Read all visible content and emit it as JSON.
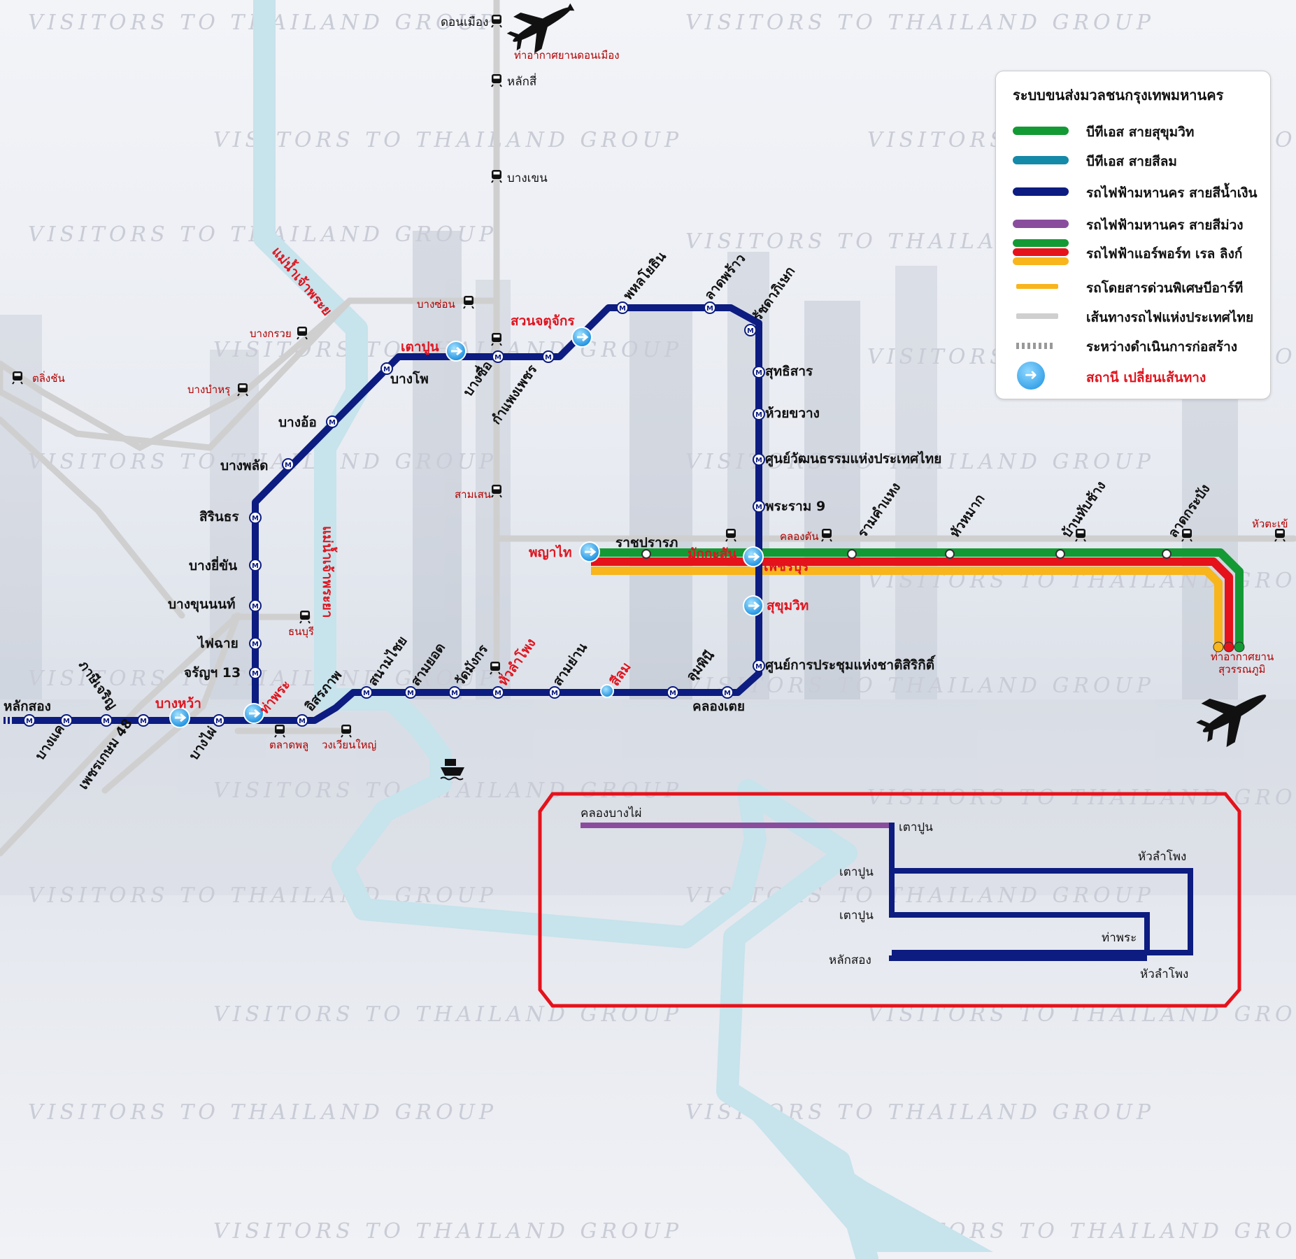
{
  "watermark": "VISITORS TO THAILAND GROUP",
  "colors": {
    "sukhumvit": "#149a34",
    "silom": "#1589a8",
    "blue": "#0c1c80",
    "purple": "#8a4d9e",
    "arl_red": "#e5121b",
    "arl_yellow": "#f8b51c",
    "srt": "#cfcfcf",
    "river": "#c7e3ec",
    "interchange_label": "#e0141e",
    "frame": "#e5121b"
  },
  "legend": {
    "title": "ระบบขนส่งมวลชนกรุงเทพมหานคร",
    "items": [
      {
        "label": "บีทีเอส สายสุขุมวิท",
        "swatch": "green"
      },
      {
        "label": "บีทีเอส สายสีลม",
        "swatch": "teal"
      },
      {
        "label": "รถไฟฟ้ามหานคร สายสีน้ำเงิน",
        "swatch": "blue"
      },
      {
        "label": "รถไฟฟ้ามหานคร สายสีม่วง",
        "swatch": "purple"
      },
      {
        "label": "รถไฟฟ้าแอร์พอร์ท เรล ลิงก์",
        "swatch": "arl"
      },
      {
        "label": "รถโดยสารด่วนพิเศษบีอาร์ที",
        "swatch": "brt"
      },
      {
        "label": "เส้นทางรถไฟแห่งประเทศไทย",
        "swatch": "srt"
      },
      {
        "label": "ระหว่างดำเนินการก่อสร้าง",
        "swatch": "construction"
      },
      {
        "label": "สถานี เปลี่ยนเส้นทาง",
        "swatch": "interchange"
      }
    ]
  },
  "rivers": {
    "label1": "แม่น้ำเจ้าพระยา",
    "label2": "แม่น้ำเจ้าพระยา"
  },
  "airports": {
    "don_mueang": "ท่าอากาศยานดอนเมือง",
    "suvarnabhumi_1": "ท่าอากาศยาน",
    "suvarnabhumi_2": "สุวรรณภูมิ"
  },
  "srt_stations": {
    "don_mueang": "ดอนเมือง",
    "lak_si": "หลักสี่",
    "bang_khen": "บางเขน",
    "bang_son": "บางซ่อน",
    "bang_kruai": "บางกรวย",
    "bang_bamru": "บางบำหรุ",
    "taling_chan": "ตลิ่งชัน",
    "sam_sen": "สามเสน",
    "khlong_tan": "คลองตัน",
    "hua_takhe": "หัวตะเข้",
    "thonburi": "ธนบุรี",
    "talat_phlu": "ตลาดพลู",
    "wongwian_yai": "วงเวียนใหญ่"
  },
  "blue_line": {
    "lak_song": "หลักสอง",
    "bang_khae": "บางแค",
    "phasi_charoen": "ภาษีเจริญ",
    "phetkasem48": "เพชรเกษม 48",
    "bang_wa": "บางหว้า",
    "bang_phai": "บางไผ่",
    "tha_phra": "ท่าพระ",
    "itsaraphap": "อิสรภาพ",
    "charan13": "จรัญฯ 13",
    "fai_chai": "ไฟฉาย",
    "bang_khun_non": "บางขุนนนท์",
    "bang_yi_khan": "บางยี่ขัน",
    "sirindhorn": "สิรินธร",
    "bang_phlat": "บางพลัด",
    "bang_o": "บางอ้อ",
    "bang_pho": "บางโพ",
    "tao_poon": "เตาปูน",
    "bang_sue": "บางซื่อ",
    "kamphaeng_phet": "กำแพงเพชร",
    "chatuchak": "สวนจตุจักร",
    "phahon_yothin": "พหลโยธิน",
    "lat_phrao": "ลาดพร้าว",
    "ratchadaphisek": "รัชดาภิเษก",
    "sutthisan": "สุทธิสาร",
    "huai_khwang": "ห้วยขวาง",
    "cultural_centre": "ศูนย์วัฒนธรรมแห่งประเทศไทย",
    "rama9": "พระราม 9",
    "phetchaburi": "เพชรบุรี",
    "sukhumvit": "สุขุมวิท",
    "qsncc": "ศูนย์การประชุมแห่งชาติสิริกิติ์",
    "khlong_toei": "คลองเตย",
    "lumphini": "ลุมพินี",
    "silom": "สีลม",
    "sam_yan": "สามย่าน",
    "hua_lamphong": "หัวลำโพง",
    "wat_mangkon": "วัดมังกร",
    "sam_yot": "สามยอด",
    "sanam_chai": "สนามไชย"
  },
  "arl": {
    "phaya_thai": "พญาไท",
    "ratchaprarop": "ราชปรารภ",
    "makkasan": "มักกะสัน",
    "ramkhamhaeng": "รามคำแหง",
    "hua_mak": "หัวหมาก",
    "ban_thap_chang": "บ้านทับช้าง",
    "lat_krabang": "ลาดกระบัง"
  },
  "inset": {
    "khlong_bang_phai": "คลองบางไผ่",
    "tao_poon_1": "เตาปูน",
    "tao_poon_2": "เตาปูน",
    "tao_poon_3": "เตาปูน",
    "hua_lamphong_1": "หัวลำโพง",
    "tha_phra": "ท่าพระ",
    "lak_song": "หลักสอง",
    "hua_lamphong_2": "หัวลำโพง"
  }
}
